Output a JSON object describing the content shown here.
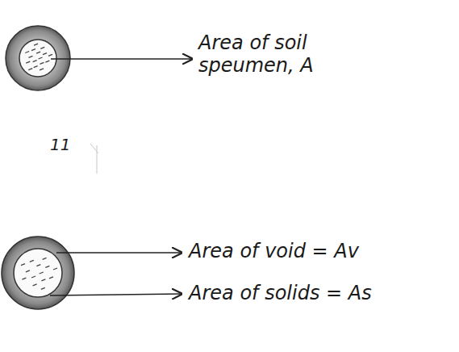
{
  "diagram": {
    "labels": [
      "Area of soil speumen, A",
      "11",
      "Area of void = Av",
      "Area of solids = As"
    ]
  }
}
